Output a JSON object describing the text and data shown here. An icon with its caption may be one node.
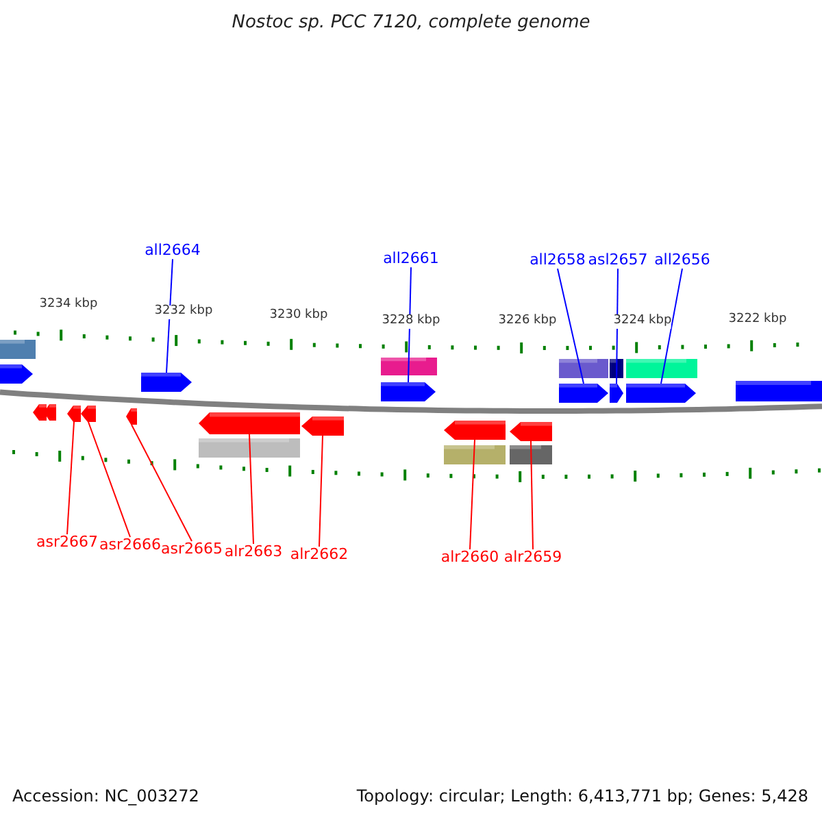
{
  "diagram": {
    "title": "Nostoc sp. PCC 7120, complete genome",
    "nodes": [
      {
        "text": [
          "all2664"
        ]
      },
      {
        "text": [
          "all2661"
        ]
      },
      {
        "text": [
          "all2658"
        ]
      },
      {
        "text": [
          "asl2657"
        ]
      },
      {
        "text": [
          "all2656"
        ]
      },
      {
        "text": [
          "asr2667"
        ]
      },
      {
        "text": [
          "asr2666"
        ]
      },
      {
        "text": [
          "asr2665"
        ]
      },
      {
        "text": [
          "alr2663"
        ]
      },
      {
        "text": [
          "alr2662"
        ]
      },
      {
        "text": [
          "alr2660"
        ]
      },
      {
        "text": [
          "alr2659"
        ]
      },
      {
        "text": [],
        "shape": "arrow"
      },
      {
        "text": [],
        "shape": "arrow"
      },
      {
        "text": [],
        "shape": "arrow"
      },
      {
        "text": [],
        "shape": "arrow"
      },
      {
        "text": [],
        "shape": "arrow"
      },
      {
        "text": [],
        "shape": "arrow"
      },
      {
        "text": [],
        "shape": "arrow"
      },
      {
        "text": [],
        "shape": "arrow"
      },
      {
        "text": [],
        "shape": "arrow"
      },
      {
        "text": [],
        "shape": "arrow"
      },
      {
        "text": [],
        "shape": "arrow"
      },
      {
        "text": [],
        "shape": "arrow"
      },
      {
        "text": [],
        "shape": "bar"
      },
      {
        "text": [],
        "shape": "arrow"
      },
      {
        "text": [],
        "shape": "arrow"
      },
      {
        "text": [],
        "shape": "arrow"
      },
      {
        "text": [],
        "shape": "bar"
      },
      {
        "text": [],
        "shape": "bar"
      },
      {
        "text": [],
        "shape": "bar"
      },
      {
        "text": [],
        "shape": "bar"
      },
      {
        "text": [],
        "shape": "bar"
      },
      {
        "text": [],
        "shape": "bar"
      },
      {
        "text": [],
        "shape": "bar"
      },
      {
        "text": [],
        "shape": "bar"
      }
    ],
    "edges": [
      {
        "from": 0,
        "to": 12,
        "arrow": "none",
        "color": "#0000ff"
      },
      {
        "from": 1,
        "to": 13,
        "arrow": "none",
        "color": "#0000ff"
      },
      {
        "from": 2,
        "to": 14,
        "arrow": "none",
        "color": "#0000ff"
      },
      {
        "from": 3,
        "to": 15,
        "arrow": "none",
        "color": "#0000ff"
      },
      {
        "from": 4,
        "to": 16,
        "arrow": "none",
        "color": "#0000ff"
      },
      {
        "from": 5,
        "to": 17,
        "arrow": "none",
        "color": "#ff0000"
      },
      {
        "from": 6,
        "to": 18,
        "arrow": "none",
        "color": "#ff0000"
      },
      {
        "from": 7,
        "to": 19,
        "arrow": "none",
        "color": "#ff0000"
      },
      {
        "from": 8,
        "to": 20,
        "arrow": "none",
        "color": "#ff0000"
      },
      {
        "from": 9,
        "to": 21,
        "arrow": "none",
        "color": "#ff0000"
      },
      {
        "from": 10,
        "to": 22,
        "arrow": "none",
        "color": "#ff0000"
      },
      {
        "from": 11,
        "to": 23,
        "arrow": "none",
        "color": "#ff0000"
      }
    ],
    "labels": [
      "3234 kbp",
      "3232 kbp",
      "3230 kbp",
      "3228 kbp",
      "3226 kbp",
      "3224 kbp",
      "3222 kbp",
      "Accession: NC_003272",
      "Topology: circular; Length: 6,413,771 bp; Genes: 5,428"
    ]
  }
}
